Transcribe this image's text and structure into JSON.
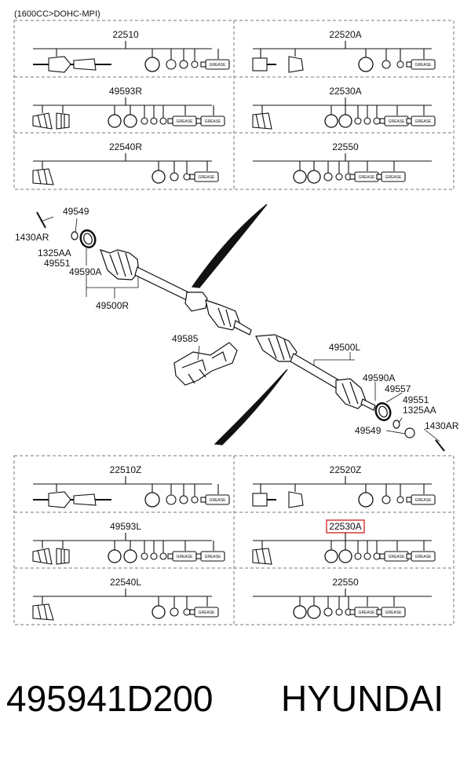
{
  "header": "(1600CC>DOHC-MPI)",
  "kits_top": [
    "22510",
    "22520A",
    "49593R",
    "22530A",
    "22540R",
    "22550"
  ],
  "kits_bottom": [
    "22510Z",
    "22520Z",
    "49593L",
    "22530A",
    "22540L",
    "22550"
  ],
  "highlight_color": "#d22c2c",
  "grease_label": "GREASE",
  "shaft_labels": {
    "l1430ar_r": "1430AR",
    "l49549_r": "49549",
    "l1325aa_r": "1325AA",
    "l49551_r": "49551",
    "l49590a_r": "49590A",
    "l49500r": "49500R",
    "l49585": "49585",
    "l49500l": "49500L",
    "l49590a_l": "49590A",
    "l49557": "49557",
    "l49551_l": "49551",
    "l1325aa_l": "1325AA",
    "l49549_l": "49549",
    "l1430ar_l": "1430AR"
  },
  "footer": {
    "part_number": "495941D200",
    "brand": "HYUNDAI"
  }
}
